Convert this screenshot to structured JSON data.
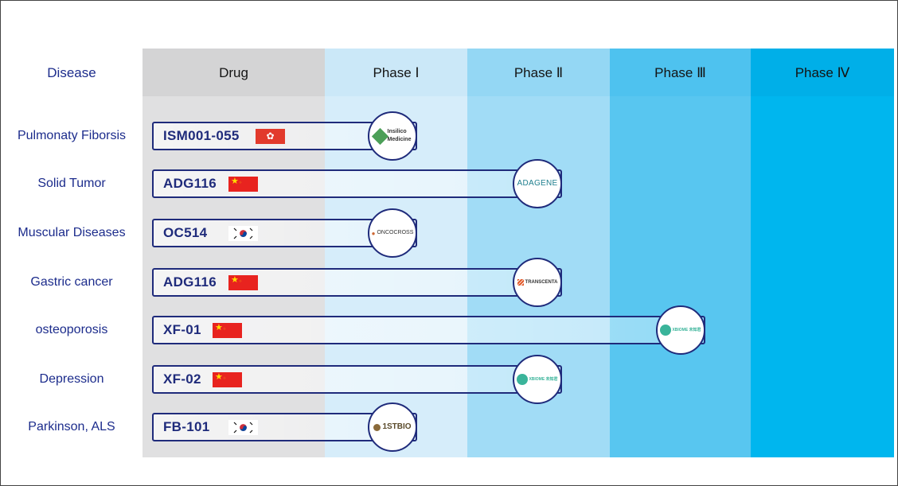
{
  "header": {
    "disease": "Disease",
    "drug": "Drug",
    "phases": [
      "Phase Ⅰ",
      "Phase Ⅱ",
      "Phase Ⅲ",
      "Phase Ⅳ"
    ]
  },
  "colors": {
    "bar_border": "#1f2b7b",
    "disease_text": "#1c2c8c",
    "drug_column": "#e0e0e1",
    "phase1": "#d6edfa",
    "phase2": "#a1dcf6",
    "phase3": "#58c6f0",
    "phase4": "#00b6ee"
  },
  "rows": [
    {
      "disease": "Pulmonaty Fiborsis",
      "drug": "ISM001-055",
      "flag": "hong-kong-flag",
      "phase": 1,
      "logo": "insilico-medicine-logo",
      "logo_text": "Insilico Medicine"
    },
    {
      "disease": "Solid Tumor",
      "drug": "ADG116",
      "flag": "china-flag",
      "phase": 2,
      "logo": "adagene-logo",
      "logo_text": "ADAGENE"
    },
    {
      "disease": "Muscular Diseases",
      "drug": "OC514",
      "flag": "korea-flag",
      "phase": 1,
      "logo": "oncocross-logo",
      "logo_text": "ONCOCROSS"
    },
    {
      "disease": "Gastric cancer",
      "drug": "ADG116",
      "flag": "china-flag",
      "phase": 2,
      "logo": "transcenta-logo",
      "logo_text": "TRANSCENTA"
    },
    {
      "disease": "osteoporosis",
      "drug": "XF-01",
      "flag": "china-flag",
      "phase": 3,
      "logo": "xbiome-logo",
      "logo_text": "XBIOME 未知君"
    },
    {
      "disease": "Depression",
      "drug": "XF-02",
      "flag": "china-flag",
      "phase": 2,
      "logo": "xbiome-logo",
      "logo_text": "XBIOME 未知君"
    },
    {
      "disease": "Parkinson, ALS",
      "drug": "FB-101",
      "flag": "korea-flag",
      "phase": 1,
      "logo": "1stbio-logo",
      "logo_text": "1STBIO"
    }
  ]
}
